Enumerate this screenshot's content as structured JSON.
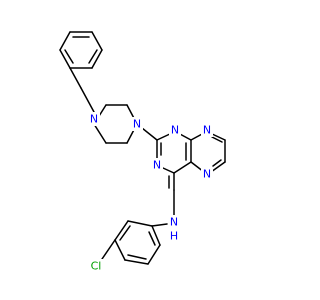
{
  "colors": {
    "background": "#ffffff",
    "bond": "#000000",
    "nitrogen": "#0000ff",
    "chlorine": "#00a000"
  },
  "atoms": {
    "piperazine_n1": "N",
    "piperazine_n4": "N",
    "pyrimidine_n1": "N",
    "pyrimidine_n3": "N",
    "pyrazine_n5": "N",
    "pyrazine_n8": "N",
    "amine_n": "N",
    "amine_h": "H",
    "chlorine": "Cl"
  }
}
